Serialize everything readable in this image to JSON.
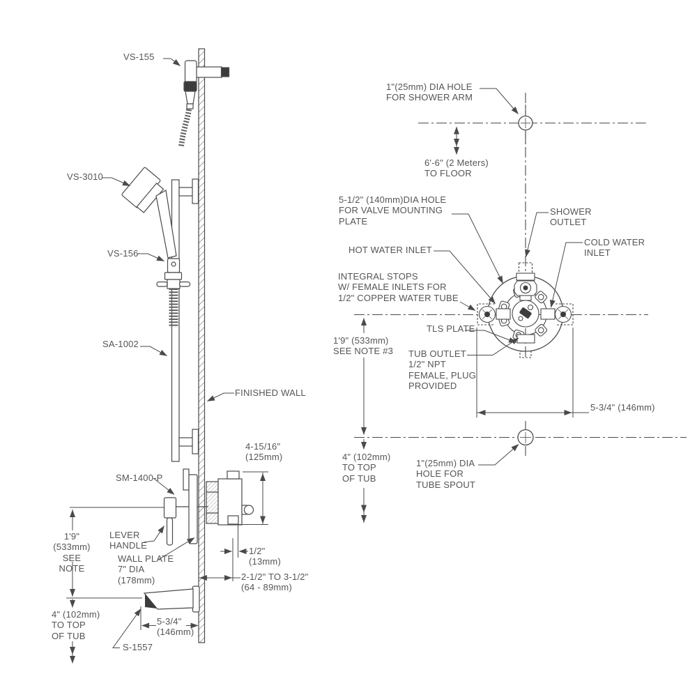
{
  "drawing_title": "Shower valve installation diagram",
  "colors": {
    "line": "#4a4a4a",
    "text": "#555555",
    "background": "#ffffff",
    "dark_fill": "#3c3c3c"
  },
  "side_view": {
    "parts": {
      "shower_head": "VS-155",
      "hand_shower": "VS-3010",
      "slide_clamp": "VS-156",
      "slide_bar": "SA-1002",
      "valve": "SM-1400-P",
      "tub_spout": "S-1557"
    },
    "callouts": {
      "finished_wall": "FINISHED WALL",
      "lever_handle": "LEVER\nHANDLE",
      "wall_plate": "WALL PLATE\n7\" DIA\n(178mm)"
    },
    "dimensions": {
      "valve_body_height": "4-15/16\"\n(125mm)",
      "plaster_guard": "1/2\"\n(13mm)",
      "rough_in_depth": "2-1/2\" TO 3-1/2\"\n(64 - 89mm)",
      "valve_to_spout": "1'9\"\n(533mm)\nSEE NOTE",
      "spout_to_tub": "4\" (102mm)\nTO TOP\nOF TUB",
      "spout_reach": "5-3/4\"\n(146mm)"
    }
  },
  "front_view": {
    "callouts": {
      "shower_arm_hole": "1\"(25mm) DIA HOLE\nFOR SHOWER ARM",
      "valve_plate_hole": "5-1/2\" (140mm)DIA HOLE\nFOR VALVE MOUNTING\nPLATE",
      "shower_outlet": "SHOWER\nOUTLET",
      "cold_water_inlet": "COLD WATER\nINLET",
      "hot_water_inlet": "HOT WATER INLET",
      "integral_stops": "INTEGRAL STOPS\nW/ FEMALE INLETS FOR\n1/2\" COPPER WATER TUBE",
      "tls_plate": "TLS PLATE",
      "tub_outlet": "TUB OUTLET\n1/2\" NPT\nFEMALE, PLUG\nPROVIDED",
      "tub_spout_hole": "1\"(25mm) DIA\nHOLE FOR\nTUBE SPOUT"
    },
    "dimensions": {
      "to_floor": "6'-6\" (2 Meters)\nTO FLOOR",
      "valve_to_spout": "1'9\" (533mm)\nSEE NOTE #3",
      "inlet_spacing": "5-3/4\" (146mm)",
      "spout_to_tub": "4\" (102mm)\nTO TOP\nOF TUB"
    }
  }
}
